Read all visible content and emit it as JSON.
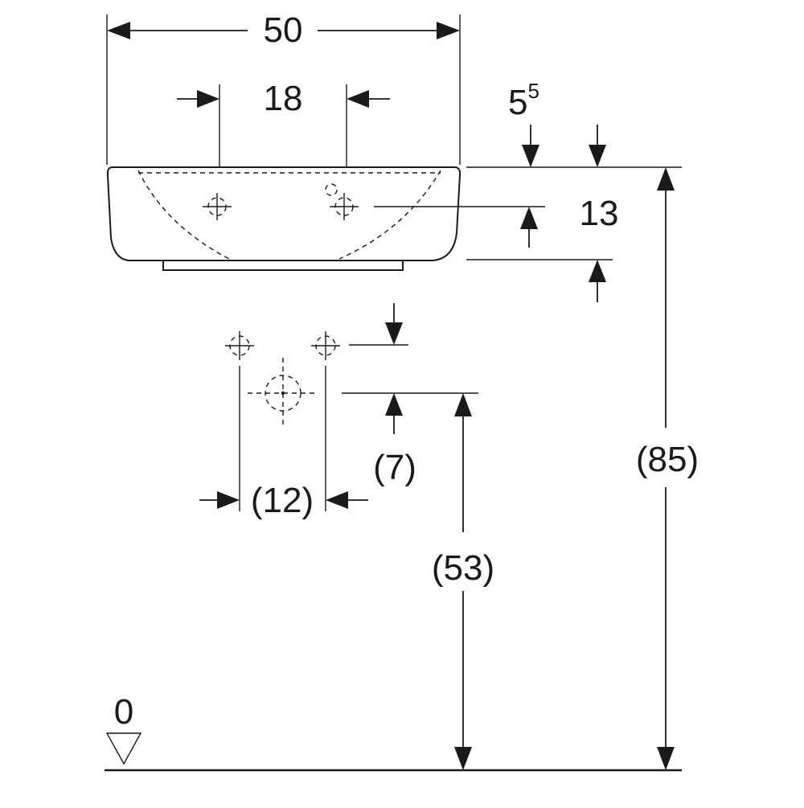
{
  "dimensions": {
    "width": "50",
    "tap_hole_spacing": "18",
    "rim_offset_base": "5",
    "rim_offset_sup": "5",
    "tap_hole_depth": "13",
    "supply_spacing": "(12)",
    "supply_above_drain": "(7)",
    "drain_height": "(53)",
    "total_height": "(85)",
    "floor_level": "0"
  }
}
